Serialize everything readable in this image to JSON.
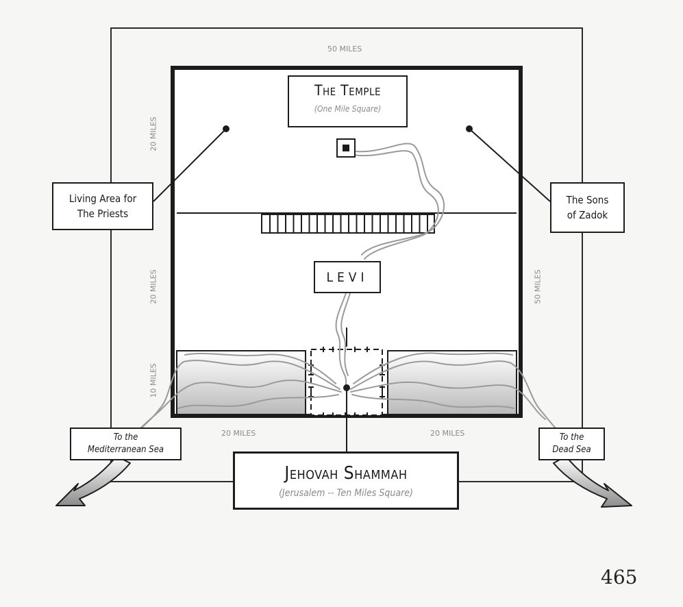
{
  "temple": {
    "title": "The Temple",
    "subtitle": "(One Mile Square)"
  },
  "living_area": {
    "line1": "Living Area for",
    "line2": "The Priests"
  },
  "zadok": {
    "line1": "The Sons",
    "line2": "of Zadok"
  },
  "levi": {
    "label": "LEVI"
  },
  "city": {
    "title": "Jehovah Shammah",
    "subtitle": "(Jerusalem -- Ten Miles Square)"
  },
  "mediterranean": {
    "line1": "To the",
    "line2": "Mediterranean Sea"
  },
  "dead_sea": {
    "line1": "To the",
    "line2": "Dead Sea"
  },
  "dimensions": {
    "top": "50 MILES",
    "right": "50 MILES",
    "left_upper": "20 MILES",
    "left_middle": "20 MILES",
    "left_lower": "10 MILES",
    "bottom_left": "20 MILES",
    "bottom_right": "20 MILES"
  },
  "page_number": "465",
  "colors": {
    "line": "#1c1c1c",
    "river": "#9a9a9a",
    "caption_gray": "#8a8a8a"
  }
}
